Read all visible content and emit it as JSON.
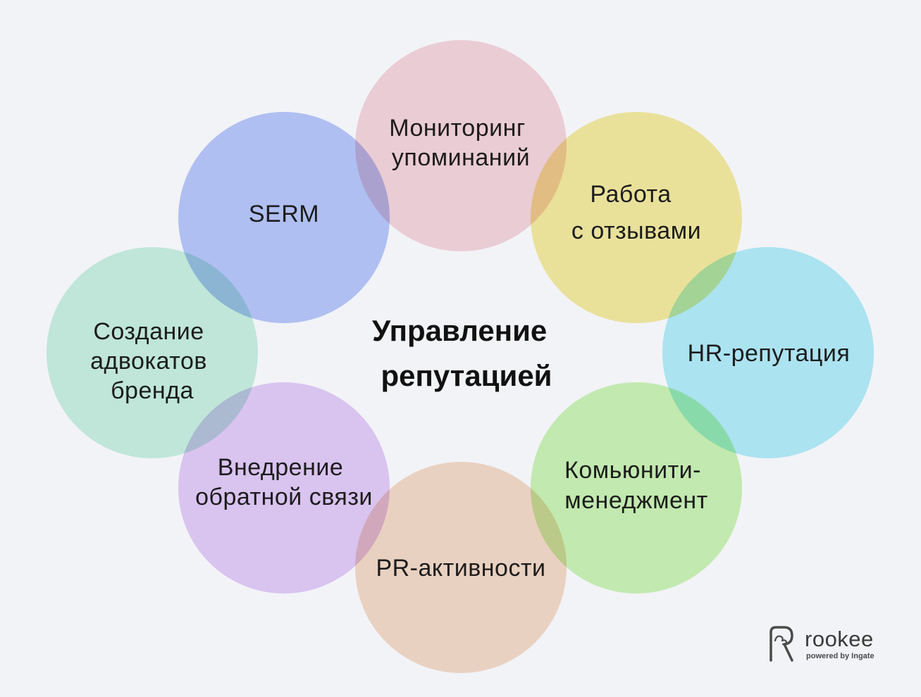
{
  "center": {
    "line1": "Управление",
    "line2": "репутацией"
  },
  "nodes": [
    {
      "id": "monitoring",
      "color": "#f6cfd5",
      "lines": [
        "Мониторинг",
        "упоминаний"
      ]
    },
    {
      "id": "reviews",
      "color": "#f5ea8e",
      "lines": [
        "Работа",
        "с отзывами"
      ]
    },
    {
      "id": "hr",
      "color": "#a7ecf7",
      "lines": [
        "HR-репутация"
      ]
    },
    {
      "id": "community",
      "color": "#c4f3a8",
      "lines": [
        "Комьюнити-",
        "менеджмент"
      ]
    },
    {
      "id": "pr",
      "color": "#f4d6bd",
      "lines": [
        "PR-активности"
      ]
    },
    {
      "id": "feedback",
      "color": "#e0c4f6",
      "lines": [
        "Внедрение",
        "обратной связи"
      ]
    },
    {
      "id": "advocates",
      "color": "#bff0d9",
      "lines": [
        "Создание",
        "адвокатов",
        "бренда"
      ]
    },
    {
      "id": "serm",
      "color": "#aebff8",
      "lines": [
        "SERM"
      ]
    }
  ],
  "brand": {
    "name": "rookee",
    "tagline": "powered by Ingate",
    "icon": "rookee-logo-icon"
  }
}
